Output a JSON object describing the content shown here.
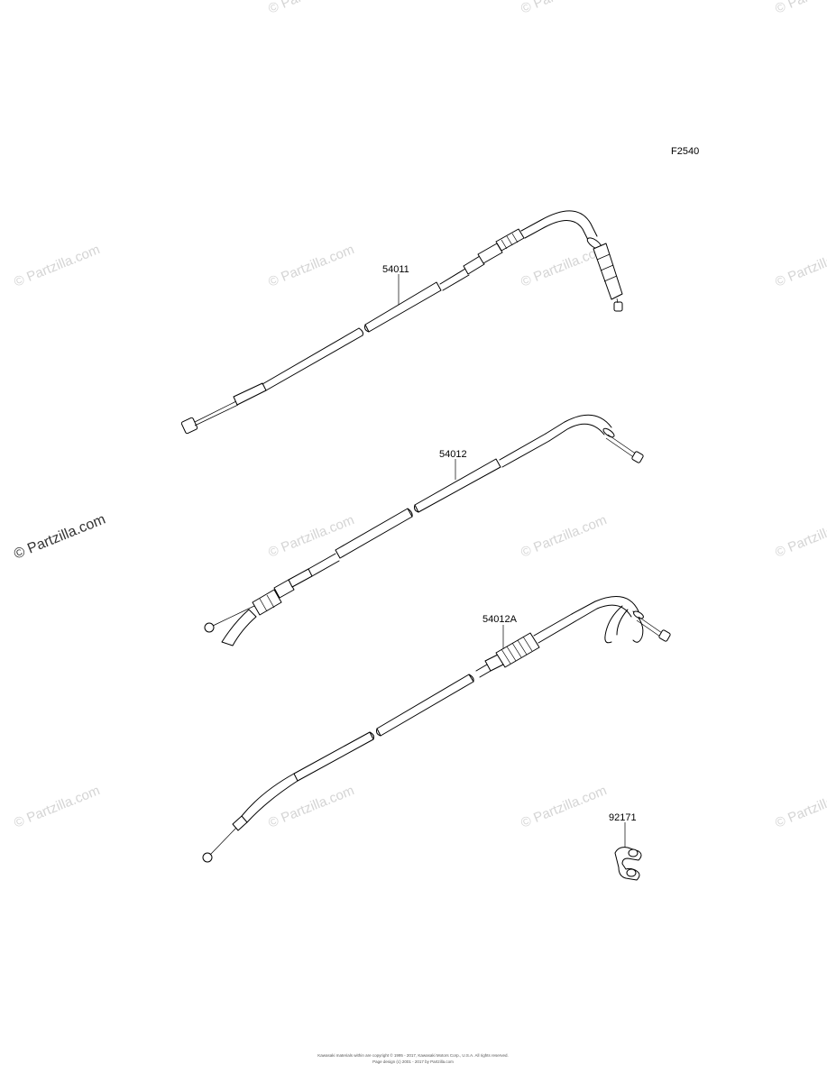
{
  "figure_code": "F2540",
  "parts": [
    {
      "number": "54011"
    },
    {
      "number": "54012"
    },
    {
      "number": "54012A"
    },
    {
      "number": "92171"
    }
  ],
  "watermark": {
    "text": "© Partzilla.com"
  },
  "footer": {
    "line1": "Kawasaki materials within are copyright © 1995 - 2017, Kawasaki Motors Corp., U.S.A. All rights reserved.",
    "line2": "Page design (c) 2001 - 2017 by Partzilla.com"
  }
}
